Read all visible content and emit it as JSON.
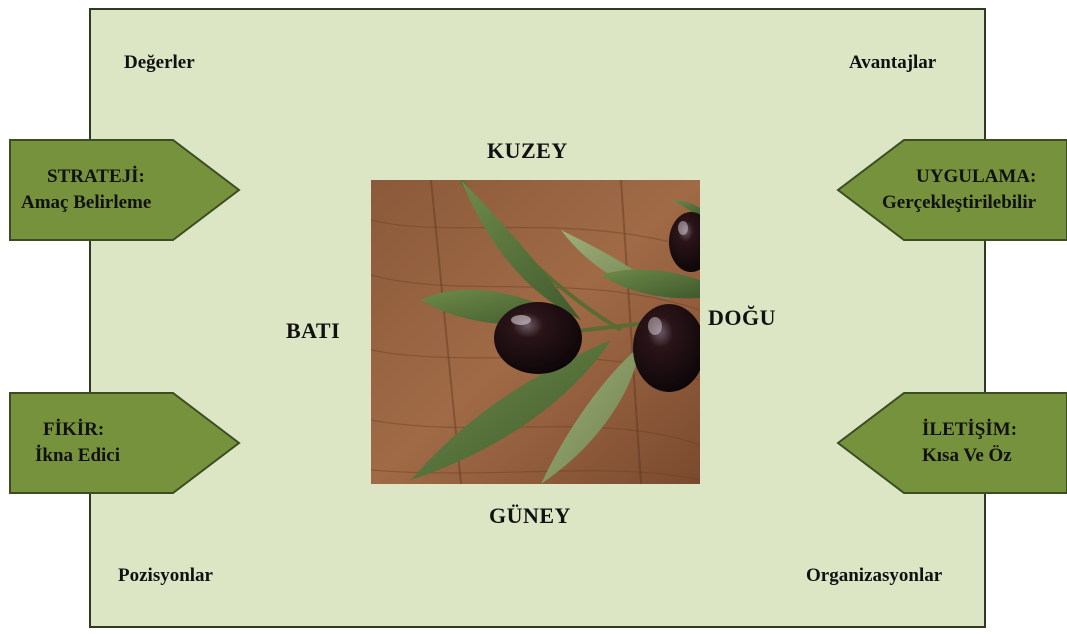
{
  "corners": {
    "top_left": "Değerler",
    "top_right": "Avantajlar",
    "bottom_left": "Pozisyonlar",
    "bottom_right": "Organizasyonlar"
  },
  "directions": {
    "north": "KUZEY",
    "south": "GÜNEY",
    "west": "BATI",
    "east": "DOĞU"
  },
  "arrows": {
    "strategy": {
      "line1": "STRATEJİ:",
      "line2": "Amaç Belirleme"
    },
    "idea": {
      "line1": "FİKİR:",
      "line2": "İkna Edici"
    },
    "implementation": {
      "line1": "UYGULAMA:",
      "line2": "Gerçekleştirilebilir"
    },
    "communication": {
      "line1": "İLETİŞİM:",
      "line2": "Kısa Ve Öz"
    }
  },
  "colors": {
    "background": "#dce6c5",
    "arrow_fill": "#76923c",
    "arrow_stroke": "#3d4d22",
    "border": "#2e3a24"
  },
  "image": {
    "subject": "olive-branch-photo"
  }
}
